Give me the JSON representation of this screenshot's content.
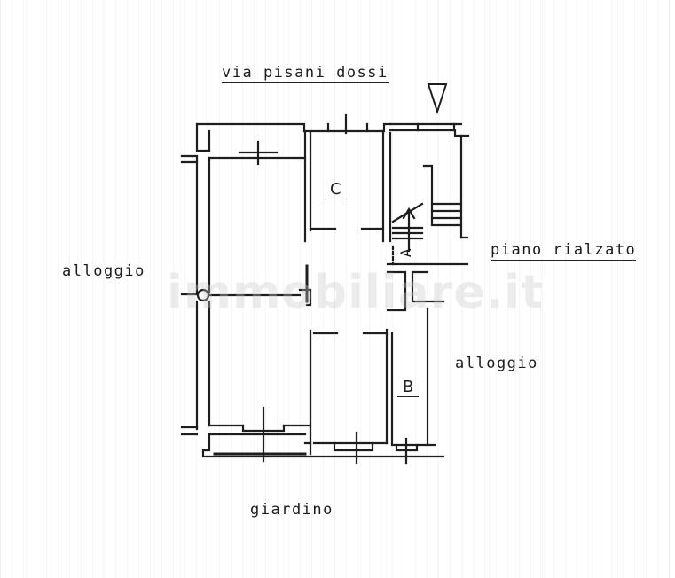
{
  "plan": {
    "street_label": "via pisani dossi",
    "floor_label": "piano rialzato",
    "left_neighbor_label": "alloggio",
    "right_neighbor_label": "alloggio",
    "garden_label": "giardino",
    "room_c_label": "C",
    "room_b_label": "B",
    "stair_arrow_label": "A",
    "watermark": "immobiliare.it",
    "colors": {
      "wall": "#1e1e1e",
      "background": "#ffffff",
      "text": "#1c1c1c"
    }
  }
}
